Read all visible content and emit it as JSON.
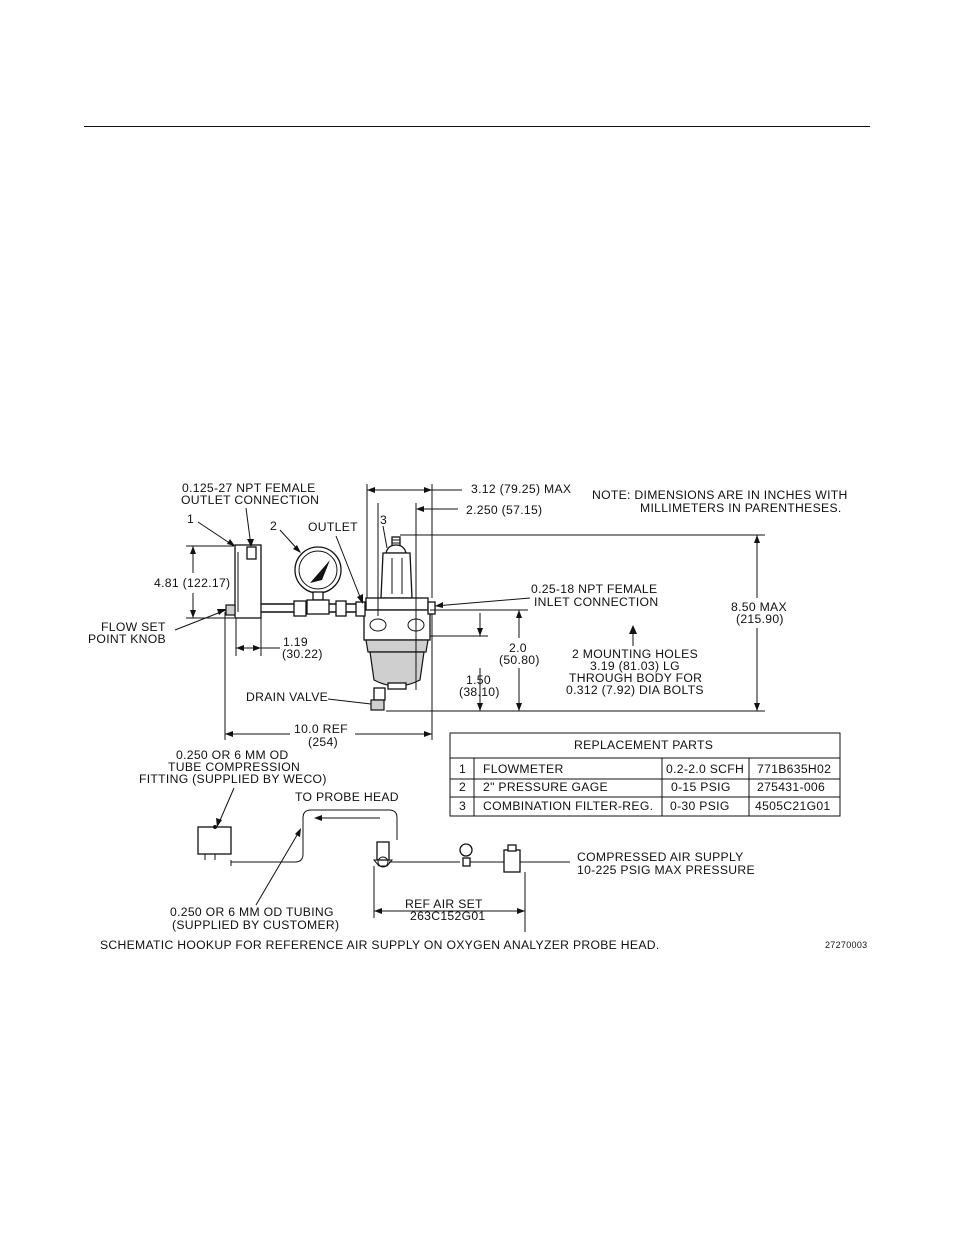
{
  "labels": {
    "outlet_conn_1": "0.125-27  NPT  FEMALE",
    "outlet_conn_2": "OUTLET  CONNECTION",
    "item1": "1",
    "item2": "2",
    "item3": "3",
    "outlet": "OUTLET",
    "height_481": "4.81  (122.17)",
    "flow_set_1": "FLOW  SET",
    "flow_set_2": "POINT  KNOB",
    "dim_119_in": "1.19",
    "dim_119_mm": "(30.22)",
    "drain_valve": "DRAIN  VALVE",
    "dim_10_in": "10.0  REF",
    "dim_10_mm": "(254)",
    "dim_312": "3.12  (79.25)  MAX",
    "dim_2250": "2.250  (57.15)",
    "note_1": "NOTE:  DIMENSIONS  ARE  IN  INCHES  WITH",
    "note_2": "MILLIMETERS  IN  PARENTHESES.",
    "inlet_1": "0.25-18  NPT  FEMALE",
    "inlet_2": "INLET  CONNECTION",
    "dim_850_in": "8.50  MAX",
    "dim_850_mm": "(215.90)",
    "dim_20_in": "2.0",
    "dim_20_mm": "(50.80)",
    "dim_150_in": "1.50",
    "dim_150_mm": "(38.10)",
    "mount_1": "2  MOUNTING  HOLES",
    "mount_2": "3.19  (81.03)  LG",
    "mount_3": "THROUGH  BODY  FOR",
    "mount_4": "0.312  (7.92)  DIA  BOLTS",
    "fitting_1": "0.250  OR  6 MM  OD",
    "fitting_2": "TUBE  COMPRESSION",
    "fitting_3": "FITTING  (SUPPLIED  BY  WECO)",
    "probe_head": "TO  PROBE  HEAD",
    "air_supply_1": "COMPRESSED  AIR  SUPPLY",
    "air_supply_2": "10-225  PSIG  MAX  PRESSURE",
    "ref_air_1": "REF  AIR  SET",
    "ref_air_2": "263C152G01",
    "tubing_1": "0.250  OR  6 MM  OD  TUBING",
    "tubing_2": "(SUPPLIED  BY  CUSTOMER)",
    "caption": "SCHEMATIC  HOOKUP  FOR  REFERENCE  AIR  SUPPLY  ON  OXYGEN  ANALYZER  PROBE  HEAD.",
    "drawing_no": "27270003"
  },
  "parts_table": {
    "title": "REPLACEMENT  PARTS",
    "rows": [
      [
        "1",
        "FLOWMETER",
        "0.2-2.0  SCFH",
        "771B635H02"
      ],
      [
        "2",
        "2\"  PRESSURE  GAGE",
        "0-15  PSIG",
        "275431-006"
      ],
      [
        "3",
        "COMBINATION  FILTER-REG.",
        "0-30  PSIG",
        "4505C21G01"
      ]
    ]
  }
}
